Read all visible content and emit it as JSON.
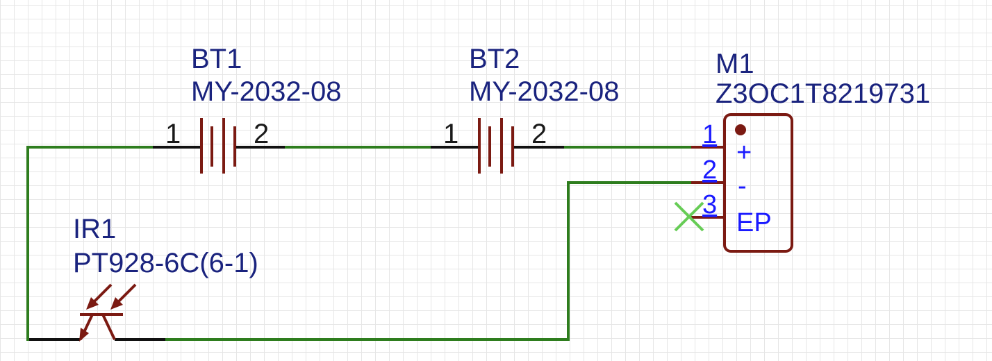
{
  "components": {
    "bt1": {
      "ref": "BT1",
      "value": "MY-2032-08",
      "pin1": "1",
      "pin2": "2"
    },
    "bt2": {
      "ref": "BT2",
      "value": "MY-2032-08",
      "pin1": "1",
      "pin2": "2"
    },
    "m1": {
      "ref": "M1",
      "value": "Z3OC1T8219731",
      "pins": [
        {
          "number": "1",
          "label": "+"
        },
        {
          "number": "2",
          "label": "-"
        },
        {
          "number": "3",
          "label": "EP"
        }
      ]
    },
    "ir1": {
      "ref": "IR1",
      "value": "PT928-6C(6-1)"
    }
  },
  "colors": {
    "wire": "#2e7d1e",
    "symbol": "#7b1a12",
    "text": "#1a237e",
    "pin_label": "#1a1aff",
    "no_connect": "#66cc55"
  }
}
